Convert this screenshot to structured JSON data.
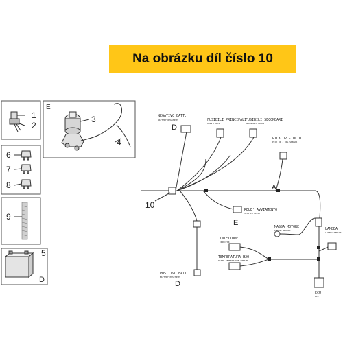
{
  "banner": {
    "text": "Na obrázku díl číslo 10",
    "bg_color": "#ffc617"
  },
  "parts_panel": {
    "num_1": "1",
    "num_2": "2",
    "num_3": "3",
    "num_4": "4",
    "num_5": "5",
    "num_6": "6",
    "num_7": "7",
    "num_8": "8",
    "num_9": "9",
    "letter_e": "E",
    "letter_d": "D"
  },
  "diagram": {
    "part_number": "10",
    "marker_a": "A",
    "marker_d_top": "D",
    "marker_e": "E",
    "marker_d_bottom": "D",
    "labels": {
      "negativo": "NEGATIVO BATT.",
      "negativo_sub": "BATTERY NEGATIVE",
      "fusibili_principali": "FUSIBILI PRINCIPALI",
      "fusibili_principali_sub": "MAIN FUSES",
      "fusibili_secondari": "FUSIBILI SECONDARI",
      "fusibili_secondari_sub": "SECONDARY FUSES",
      "pick_up": "PICK UP - OLIO",
      "pick_up_sub": "PICK UP / OIL SENSOR",
      "rele": "RELE' AVVIAMENTO",
      "rele_sub": "STARTER RELAY",
      "massa": "MASSA MOTORE",
      "massa_sub": "ENGINE GROUND",
      "iniettore": "INIETTORE",
      "iniettore_sub": "INJECTOR",
      "temperatura": "TEMPERATURA H2O",
      "temperatura_sub": "WATER TEMPERATURE SENSOR",
      "lambda": "LAMBDA",
      "lambda_sub": "LAMBDA SENSOR",
      "positivo": "POSITIVO BATT.",
      "positivo_sub": "BATTERY POSITIVE",
      "ecu": "ECU",
      "ecu_sub": "ECU"
    }
  }
}
